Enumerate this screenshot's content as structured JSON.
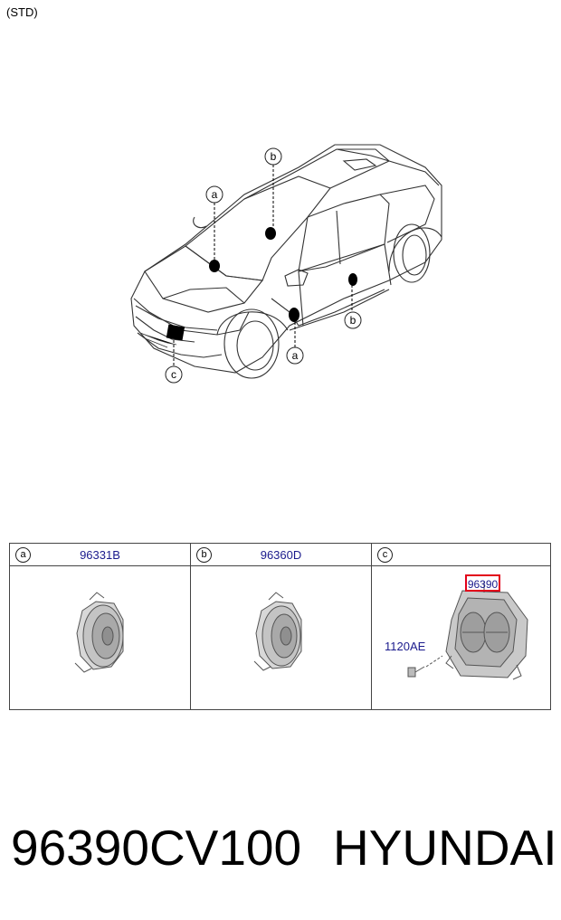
{
  "variant": "(STD)",
  "callouts": {
    "a": "a",
    "b": "b",
    "c": "c"
  },
  "table": {
    "columns": [
      {
        "letter": "a",
        "part": "96331B"
      },
      {
        "letter": "b",
        "part": "96360D"
      },
      {
        "letter": "c",
        "part": ""
      }
    ],
    "col_c_highlight": "96390",
    "col_c_bolt": "1120AE"
  },
  "footer": {
    "part_number": "96390CV100",
    "brand": "HYUNDAI"
  },
  "colors": {
    "highlight_border": "#e2001a",
    "part_text": "#1a1a8c"
  }
}
